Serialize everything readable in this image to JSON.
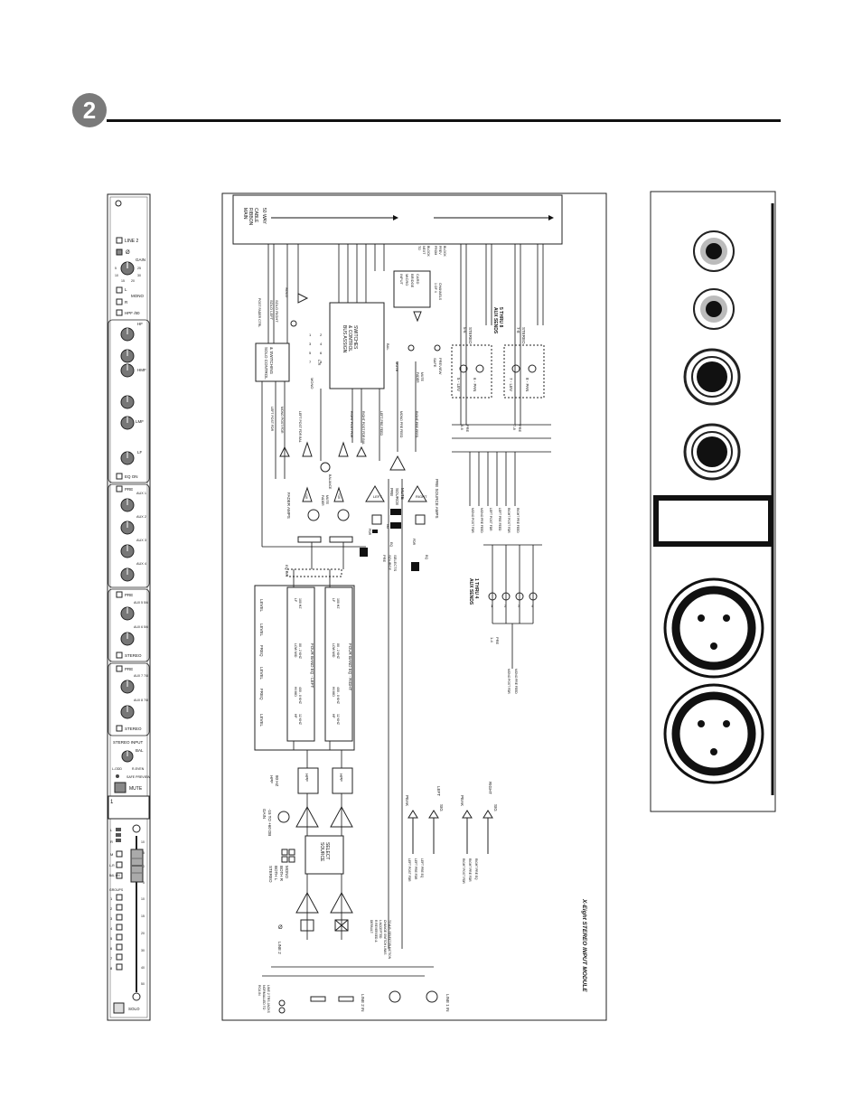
{
  "page": {
    "section_number": "2"
  },
  "strip": {
    "line2": "LINE 2",
    "b": "Ø",
    "gain": "GAIN",
    "gain_ticks": [
      "5",
      "10",
      "25",
      "30",
      "15",
      "20"
    ],
    "l": "L",
    "r": "R",
    "mono": "MONO",
    "hpf": "HPF /80",
    "hf": "HF",
    "hmf": "HMF",
    "lmf": "LMF",
    "lf": "LF",
    "eq_on": "EQ ON",
    "pre1": "PRE",
    "aux_1_4": [
      "AUX 1",
      "AUX 2",
      "AUX 3",
      "AUX 4"
    ],
    "pre2": "PRE",
    "aux56": "AUX 5 5/6",
    "aux6": "AUX 6 5/6",
    "stereo1": "STEREO",
    "pre3": "PRE",
    "aux7": "AUX 7 7/8",
    "aux8": "AUX 8 7/8",
    "stereo2": "STEREO",
    "stereo_input": "STEREO INPUT",
    "bal": "BAL",
    "bal_left": "L-ODD",
    "bal_right": "R-EVEN",
    "safe_preview": "SAFE PREVIEW",
    "mute": "MUTE",
    "channel_num": "1",
    "lr_labels": [
      "L",
      "R"
    ],
    "m": "M",
    "lr": "L-R",
    "bal_on": "BAL ON",
    "groups": "GROUPS",
    "group_nums": [
      "1",
      "2",
      "3",
      "4",
      "5",
      "6",
      "7",
      "8"
    ],
    "fader_scale": [
      "10",
      "5",
      "0",
      "5",
      "10",
      "15",
      "20",
      "30",
      "40",
      "50"
    ],
    "solo": "SOLO"
  },
  "diagram": {
    "title": "X-Eight STEREO INPUT MODULE",
    "ribbon": [
      "MAIN",
      "RIBBON",
      "CABLE",
      "50 WAY"
    ],
    "line_in_left": "LINE 1 IN",
    "line2_in": "LINE 2 IN",
    "line2": "LINE 2",
    "rca": [
      "RCA IN",
      "NORMALLED TO",
      "LINE 2 TRS JACKS"
    ],
    "default": [
      "DEFAULT:",
      "R REVERSED &",
      "L ACCEPTED",
      "CHANGE SWITCH LINKS",
      "TO A.B. SELECT FUNCTION"
    ],
    "phase": "Ø",
    "mono_select": [
      "STEREO",
      "BOTH L",
      "BOTH R",
      "MONO"
    ],
    "source_select": [
      "SOURCE",
      "SELECT"
    ],
    "gain": [
      "GAIN",
      "-15 TO +60 DB"
    ],
    "hpf_label": [
      "HPF",
      "80 HZ"
    ],
    "hpf": "HPF",
    "peak": "PEAK",
    "sig": "SIG",
    "left": "LEFT",
    "right": "RIGHT",
    "left_feeds": [
      "LEFT POST FDR",
      "LEFT PRE FDR",
      "LEFT PRE EQ"
    ],
    "right_feeds": [
      "RIGHT POST FDR",
      "RIGHT PRE FDR",
      "RIGHT PRE EQ"
    ],
    "eq_levels": [
      "LEVEL",
      "FREQ",
      "LEVEL",
      "FREQ",
      "LEVEL",
      "LEVEL"
    ],
    "eq_left": {
      "title": "FOUR BAND EQ - LEFT",
      "bands": [
        [
          "HF",
          "12 KHZ"
        ],
        [
          "HI MID",
          "400 - 8 KHZ"
        ],
        [
          "LOW MID",
          "80 - 2 KHZ"
        ],
        [
          "LF",
          "100 HZ"
        ]
      ]
    },
    "eq_right": {
      "title": "FOUR BAND EQ - RIGHT",
      "bands": [
        [
          "HF",
          "12 KHZ"
        ],
        [
          "HI MID",
          "400 - 8 KHZ"
        ],
        [
          "LOW MID",
          "80 - 2 KHZ"
        ],
        [
          "LF",
          "100 HZ"
        ]
      ]
    },
    "eq_on": "EQ ON",
    "fader_amps": "FADER AMPS",
    "fader_mute": [
      "FADER",
      "MUTE"
    ],
    "plus10": "+10",
    "balance": "BALANCE",
    "pre_source_mute": [
      "PRE",
      "SOURCE",
      "MUTE"
    ],
    "pre_source_amps": "PRE SOURCE AMPS",
    "pre_source_selects": [
      "PRE",
      "SOURCE",
      "SELECTS"
    ],
    "fdr": "FDR",
    "eq": "EQ",
    "no": "NO",
    "solo_control": [
      "SOLO CONTROL",
      "& SWITCHING"
    ],
    "solo_left": "SOLO LEFT",
    "solo_right": "SOLO RIGHT",
    "solo": "SOLO",
    "post_fader_ctrl": "POST FADER CTRL",
    "left_post_fdr": "LEFT POST FDR",
    "mono_post_fdr": "MONO POST FDR",
    "left_post_fdr_bal": "LEFT POST FDR BAL",
    "right_post_fdr": "RIGHT POST FDR",
    "right_post_fdr_bal": "RIGHT POST FDR BAL",
    "left_pre_feed": "LEFT PRE FEED",
    "mono_pre_feed": "MONO PRE FEED",
    "right_pre_feed": "RIGHT PRE FEED",
    "bus_assign": [
      "BUS ASSIGN",
      "& CONTROL",
      "SWITCHES"
    ],
    "bus_nums": [
      "1",
      "3",
      "5",
      "7",
      "2",
      "4",
      "6",
      "8"
    ],
    "mono": "MONO",
    "lr": "L-R",
    "bal": "BAL",
    "mute": "MUTE",
    "fader_mute2": [
      "FADER",
      "MUTE"
    ],
    "safe_preview": [
      "SAFE",
      "PREVIEW"
    ],
    "micro_card": [
      "INPUT",
      "MICRO",
      "BRIDGE",
      "CARD"
    ],
    "to_next_block": [
      "TO",
      "NEXT",
      "BLOCK"
    ],
    "from_prev_block": [
      "FROM",
      "PREV",
      "BLOCK"
    ],
    "one_of_4": [
      "1 OF 4",
      "CHANNELS"
    ],
    "aux_sends_5_8": [
      "AUX SENDS",
      "5 THRU 8"
    ],
    "aux56_stereo": [
      "5-6",
      "STEREO"
    ],
    "aux78_stereo": [
      "7-8",
      "STEREO"
    ],
    "lev5": "5 - LEV",
    "pan6": "6 - PAN",
    "lev7": "7 - LEV",
    "pan8": "8 - PAN",
    "pre56": [
      "5-6",
      "PRE"
    ],
    "pre78": [
      "7-8",
      "PRE"
    ],
    "aux_feeds": [
      "MONO POST FDR",
      "MONO PRE FEED",
      "LEFT POST FDR",
      "LEFT PRE FEED",
      "RIGHT POST FDR",
      "RIGHT PRE FEED"
    ],
    "aux_sends_1_4": [
      "AUX SENDS",
      "1 THRU 4"
    ],
    "aux_nums": [
      "1",
      "2",
      "3",
      "4"
    ],
    "pre14": [
      "1-4",
      "PRE"
    ],
    "aux14_feeds": [
      "MONO POST FDR",
      "MONO PRE FEED"
    ]
  }
}
